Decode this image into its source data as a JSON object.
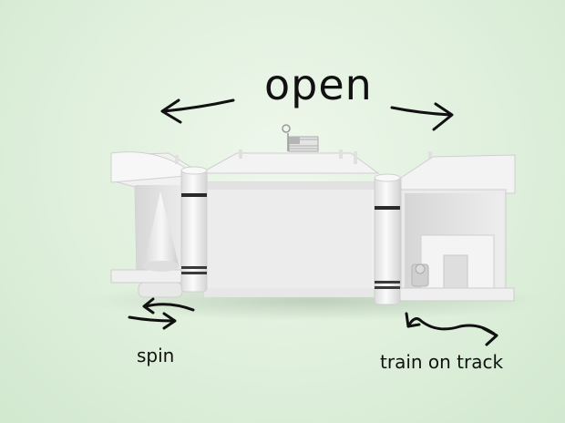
{
  "labels": {
    "open": "open",
    "spin": "spin",
    "train": "train on track"
  },
  "icons": {
    "open_left": "arrow-left-icon",
    "open_right": "arrow-right-icon",
    "spin": "rotate-arrows-icon",
    "train": "double-arrow-icon",
    "flag": "flag-icon"
  },
  "colors": {
    "background": "#dff0dc",
    "model": "#f4f4f4",
    "stroke": "#111111"
  }
}
